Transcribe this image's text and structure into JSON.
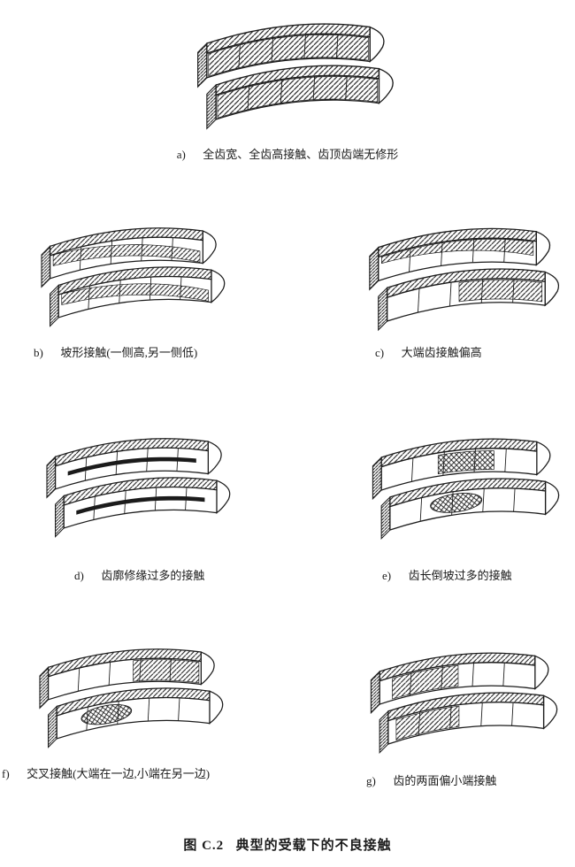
{
  "page": {
    "figure_number": "图 C.2",
    "figure_title": "典型的受载下的不良接触",
    "background": "#ffffff",
    "ink_color": "#1b1b1b"
  },
  "figures": [
    {
      "id": "a",
      "label": "a)",
      "caption": "全齿宽、全齿高接触、齿顶齿端无修形",
      "variant": "full",
      "icon": "bevel-gear-full-contact-diagram"
    },
    {
      "id": "b",
      "label": "b)",
      "caption": "坡形接触(一侧高,另一侧低)",
      "variant": "slope",
      "icon": "bevel-gear-slope-contact-diagram"
    },
    {
      "id": "c",
      "label": "c)",
      "caption": "大端齿接触偏高",
      "variant": "high-large-end",
      "icon": "bevel-gear-large-end-high-contact-diagram"
    },
    {
      "id": "d",
      "label": "d)",
      "caption": "齿廓修缘过多的接触",
      "variant": "profile-relief",
      "icon": "bevel-gear-profile-relief-contact-diagram"
    },
    {
      "id": "e",
      "label": "e)",
      "caption": "齿长倒坡过多的接触",
      "variant": "crowning",
      "icon": "bevel-gear-crowning-contact-diagram"
    },
    {
      "id": "f",
      "label": "f)",
      "caption": "交叉接触(大端在一边,小端在另一边)",
      "variant": "cross",
      "icon": "bevel-gear-cross-contact-diagram"
    },
    {
      "id": "g",
      "label": "g)",
      "caption": "齿的两面偏小端接触",
      "variant": "small-end",
      "icon": "bevel-gear-small-end-contact-diagram"
    }
  ]
}
